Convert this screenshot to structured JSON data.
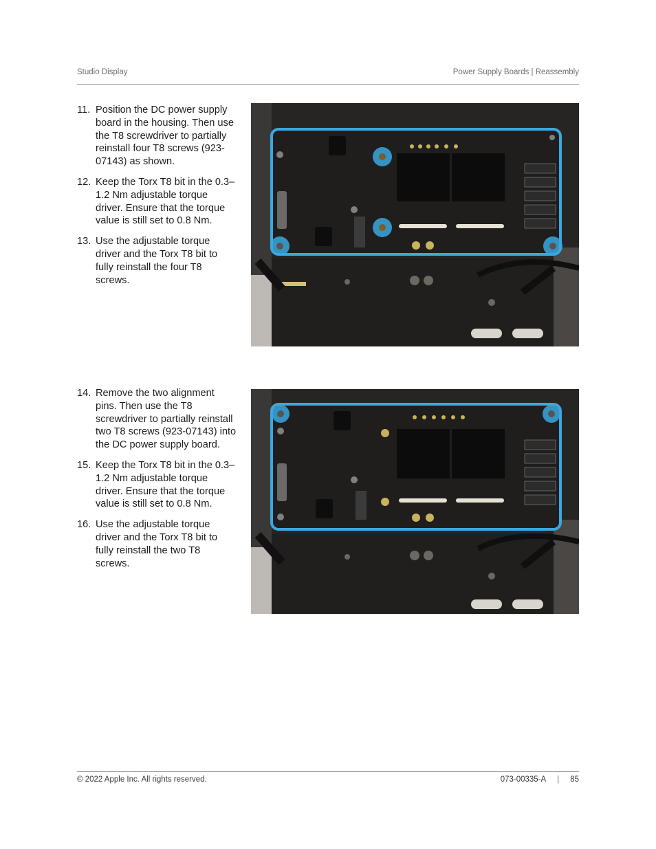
{
  "header": {
    "doc_title": "Studio Display",
    "section_title": "Power Supply Boards | Reassembly"
  },
  "steps_group1": [
    {
      "num": "11.",
      "text": "Position the DC power supply board in the housing. Then use the T8 screwdriver to partially reinstall four T8 screws (923-07143) as shown."
    },
    {
      "num": "12.",
      "text": "Keep the Torx T8 bit in the 0.3–1.2 Nm adjustable torque driver. Ensure that the torque value is still set to 0.8 Nm."
    },
    {
      "num": "13.",
      "text": "Use the adjustable torque driver and the Torx T8 bit to fully reinstall the four T8 screws."
    }
  ],
  "steps_group2": [
    {
      "num": "14.",
      "text": "Remove the two alignment pins. Then use the T8 screwdriver to partially reinstall two T8 screws (923-07143) into the DC power supply board."
    },
    {
      "num": "15.",
      "text": "Keep the Torx T8 bit in the 0.3–1.2 Nm adjustable torque driver. Ensure that the torque value is still set to 0.8 Nm."
    },
    {
      "num": "16.",
      "text": "Use the adjustable torque driver and the Torx T8 bit to fully reinstall the two T8 screws."
    }
  ],
  "footer": {
    "copyright": "© 2022 Apple Inc. All rights reserved.",
    "doc_number": "073-00335-A",
    "separator": "|",
    "page_number": "85"
  },
  "colors": {
    "highlight": "#3aa8e0",
    "board": "#1f1e1d",
    "rule": "#9a9a9a"
  }
}
